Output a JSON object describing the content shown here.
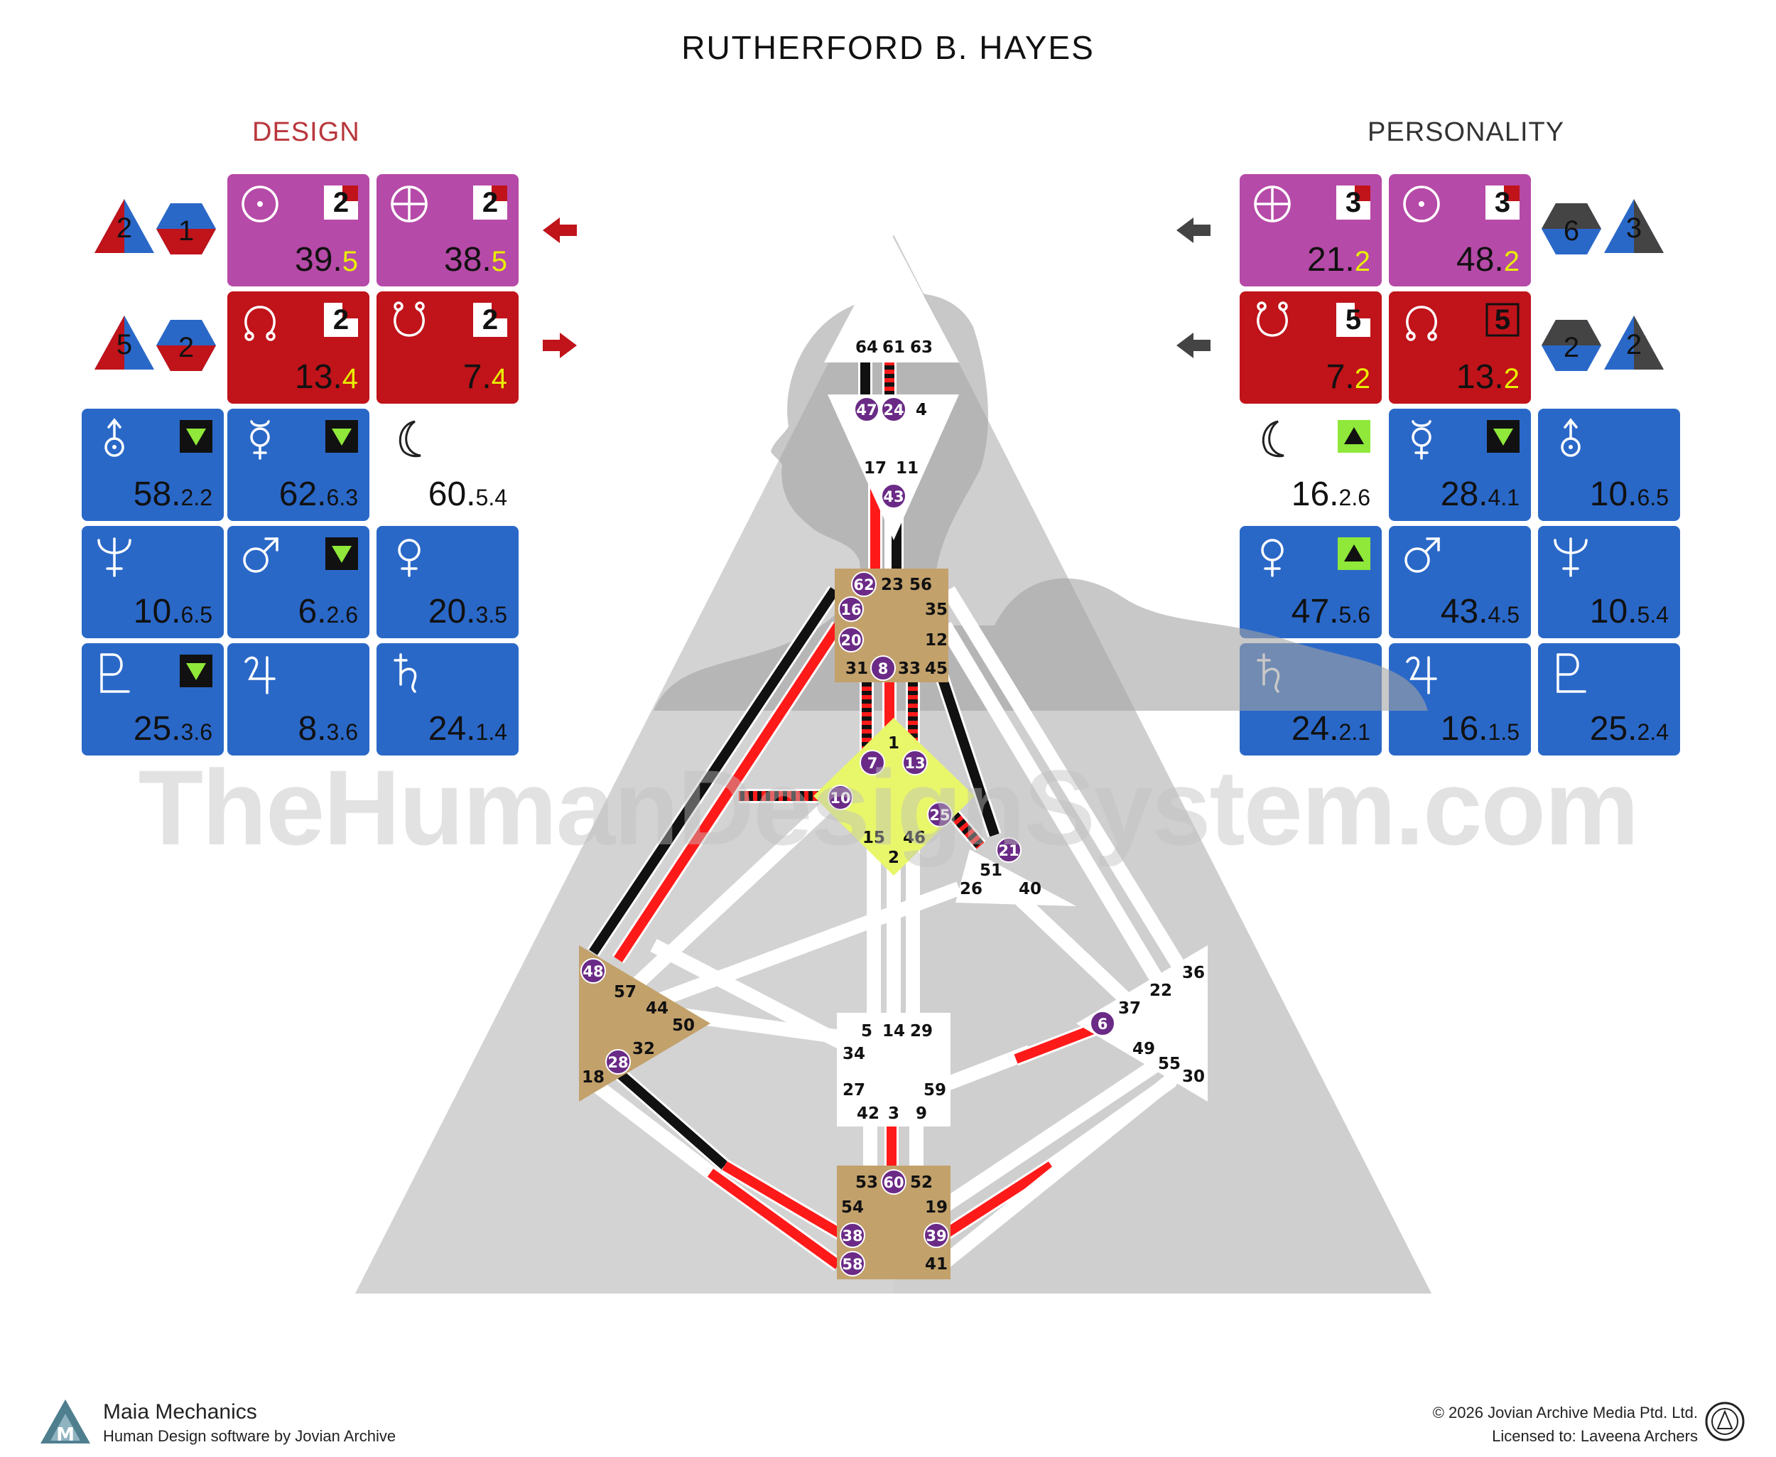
{
  "header": {
    "title": "RUTHERFORD B. HAYES"
  },
  "design": {
    "label": "DESIGN",
    "color": "#b9363c",
    "arrows": [
      "left",
      "right"
    ],
    "nodes_top": [
      {
        "shape": "triangle",
        "num": "2"
      },
      {
        "shape": "hexagon",
        "num": "1"
      }
    ],
    "nodes_bottom": [
      {
        "shape": "triangle",
        "num": "5"
      },
      {
        "shape": "hexagon",
        "num": "2"
      }
    ],
    "tiles": [
      {
        "color": "magenta",
        "glyph": "sun-icon",
        "num": "39",
        "line": "5",
        "badge": "2",
        "badge_style": "corner"
      },
      {
        "color": "magenta",
        "glyph": "earth-icon",
        "num": "38",
        "line": "5",
        "badge": "2",
        "badge_style": "corner"
      },
      {
        "color": "red",
        "glyph": "north-node-icon",
        "num": "13",
        "line": "4",
        "badge": "2",
        "badge_style": "corner"
      },
      {
        "color": "red",
        "glyph": "south-node-icon",
        "num": "7",
        "line": "4",
        "badge": "2",
        "badge_style": "corner"
      },
      {
        "color": "blue",
        "glyph": "uranus-icon",
        "num": "58",
        "sub": "2.2",
        "badge_style": "down"
      },
      {
        "color": "blue",
        "glyph": "mercury-icon",
        "num": "62",
        "sub": "6.3",
        "badge_style": "down"
      },
      {
        "color": "plain",
        "glyph": "moon-icon",
        "num": "60",
        "sub": "5.4",
        "badge_style": "none"
      },
      {
        "color": "blue",
        "glyph": "neptune-icon",
        "num": "10",
        "sub": "6.5",
        "badge_style": "none"
      },
      {
        "color": "blue",
        "glyph": "mars-icon",
        "num": "6",
        "sub": "2.6",
        "badge_style": "down"
      },
      {
        "color": "blue",
        "glyph": "venus-icon",
        "num": "20",
        "sub": "3.5",
        "badge_style": "none"
      },
      {
        "color": "blue",
        "glyph": "pluto-icon",
        "num": "25",
        "sub": "3.6",
        "badge_style": "down"
      },
      {
        "color": "blue",
        "glyph": "jupiter-icon",
        "num": "8",
        "sub": "3.6",
        "badge_style": "none"
      },
      {
        "color": "blue",
        "glyph": "saturn-icon",
        "num": "24",
        "sub": "1.4",
        "badge_style": "none"
      }
    ]
  },
  "personality": {
    "label": "PERSONALITY",
    "color": "#333333",
    "arrows": [
      "left",
      "left"
    ],
    "nodes_top": [
      {
        "shape": "hexagon",
        "num": "6"
      },
      {
        "shape": "triangle",
        "num": "3"
      }
    ],
    "nodes_bottom": [
      {
        "shape": "hexagon",
        "num": "2"
      },
      {
        "shape": "triangle",
        "num": "2"
      }
    ],
    "tiles": [
      {
        "color": "magenta",
        "glyph": "earth-icon",
        "num": "21",
        "line": "2",
        "badge": "3",
        "badge_style": "corner"
      },
      {
        "color": "magenta",
        "glyph": "sun-icon",
        "num": "48",
        "line": "2",
        "badge": "3",
        "badge_style": "corner"
      },
      {
        "color": "red",
        "glyph": "south-node-icon",
        "num": "7",
        "line": "2",
        "badge": "5",
        "badge_style": "corner"
      },
      {
        "color": "red",
        "glyph": "north-node-icon",
        "num": "13",
        "line": "2",
        "badge": "5",
        "badge_style": "outline"
      },
      {
        "color": "plain",
        "glyph": "moon-icon",
        "num": "16",
        "sub": "2.6",
        "badge_style": "up"
      },
      {
        "color": "blue",
        "glyph": "mercury-icon",
        "num": "28",
        "sub": "4.1",
        "badge_style": "down"
      },
      {
        "color": "blue",
        "glyph": "uranus-icon",
        "num": "10",
        "sub": "6.5",
        "badge_style": "none"
      },
      {
        "color": "blue",
        "glyph": "venus-icon",
        "num": "47",
        "sub": "5.6",
        "badge_style": "up"
      },
      {
        "color": "blue",
        "glyph": "mars-icon",
        "num": "43",
        "sub": "4.5",
        "badge_style": "none"
      },
      {
        "color": "blue",
        "glyph": "neptune-icon",
        "num": "10",
        "sub": "5.4",
        "badge_style": "none"
      },
      {
        "color": "blue",
        "glyph": "saturn-icon",
        "num": "24",
        "sub": "2.1",
        "badge_style": "none"
      },
      {
        "color": "blue",
        "glyph": "jupiter-icon",
        "num": "16",
        "sub": "1.5",
        "badge_style": "none"
      },
      {
        "color": "blue",
        "glyph": "pluto-icon",
        "num": "25",
        "sub": "2.4",
        "badge_style": "none"
      }
    ]
  },
  "bodygraph": {
    "defined_gates": [
      "47",
      "24",
      "43",
      "62",
      "16",
      "20",
      "8",
      "7",
      "13",
      "10",
      "25",
      "21",
      "48",
      "28",
      "6",
      "60",
      "38",
      "39",
      "58"
    ],
    "centers": {
      "head": {
        "gates": [
          "64",
          "61",
          "63"
        ]
      },
      "ajna": {
        "gates": [
          "47",
          "24",
          "4",
          "17",
          "11",
          "43"
        ]
      },
      "throat": {
        "gates": [
          "62",
          "23",
          "56",
          "16",
          "35",
          "20",
          "12",
          "31",
          "8",
          "33",
          "45"
        ]
      },
      "g": {
        "gates": [
          "1",
          "7",
          "13",
          "10",
          "25",
          "15",
          "46",
          "2"
        ]
      },
      "heart": {
        "gates": [
          "21",
          "51",
          "26",
          "40"
        ]
      },
      "spleen": {
        "gates": [
          "48",
          "57",
          "44",
          "50",
          "32",
          "28",
          "18"
        ]
      },
      "sacral": {
        "gates": [
          "5",
          "14",
          "29",
          "34",
          "27",
          "59",
          "42",
          "3",
          "9"
        ]
      },
      "solar": {
        "gates": [
          "36",
          "22",
          "37",
          "6",
          "49",
          "55",
          "30"
        ]
      },
      "root": {
        "gates": [
          "53",
          "60",
          "52",
          "54",
          "19",
          "38",
          "39",
          "58",
          "41"
        ]
      }
    },
    "colors": {
      "defined_center": "#c2a16b",
      "g_center": "#e8f66a",
      "design": "#ff1a1a",
      "personality": "#111111",
      "dot": "#6a2a86"
    }
  },
  "watermark": "TheHumanDesignSystem.com",
  "footer": {
    "brand": "Maia Mechanics",
    "tagline": "Human Design software by Jovian Archive",
    "copyright": "© 2026 Jovian Archive Media Ptd. Ltd.",
    "license": "Licensed to: Laveena Archers"
  }
}
